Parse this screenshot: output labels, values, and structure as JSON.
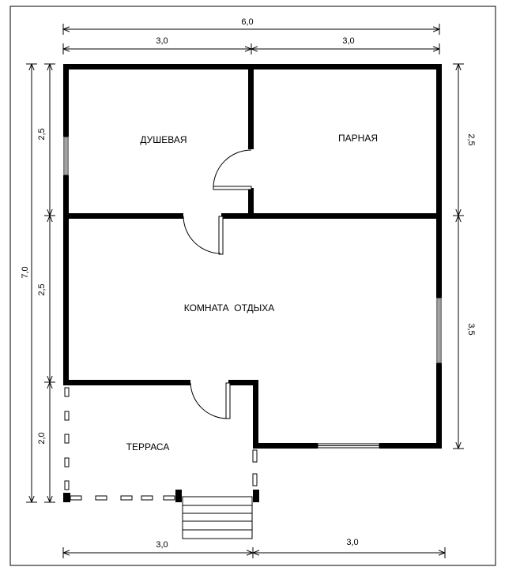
{
  "rooms": {
    "shower": "ДУШЕВАЯ",
    "steam": "ПАРНАЯ",
    "rest": "КОМНАТА  ОТДЫХА",
    "terrace": "ТЕРРАСА"
  },
  "dimensions": {
    "top_total": "6,0",
    "top_left": "3,0",
    "top_right": "3,0",
    "bottom_left": "3,0",
    "bottom_right": "3,0",
    "left_total": "7,0",
    "left_1": "2,5",
    "left_2": "2,5",
    "left_3": "2,0",
    "right_1": "2,5",
    "right_2": "3,5"
  }
}
